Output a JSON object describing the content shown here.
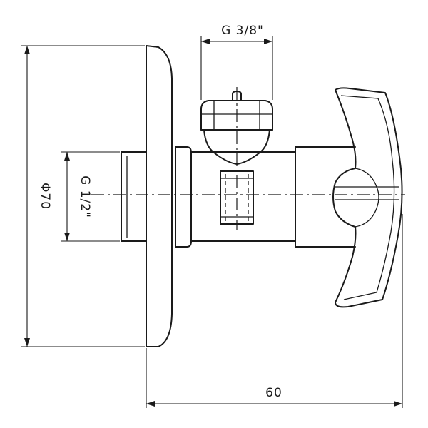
{
  "dimensions": {
    "top_connection": "G 3/8\"",
    "inlet_connection": "G 1/2\"",
    "rosette_diameter": "Φ70",
    "overall_length": "60"
  }
}
